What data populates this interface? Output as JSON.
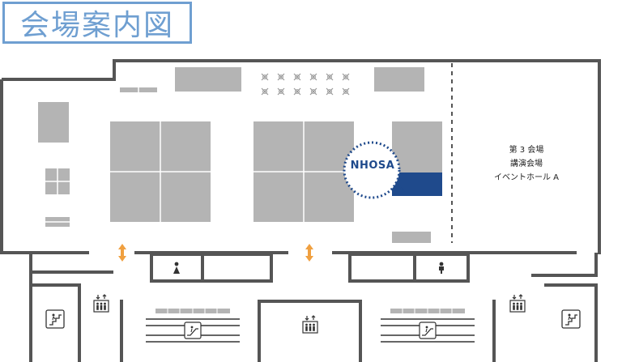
{
  "map_title": "会場案内図",
  "hall3": {
    "line1": "第 3 会場",
    "line2": "講演会場",
    "line3": "イベントホール A"
  },
  "booth_label": "NHOSA",
  "colors": {
    "title_blue": "#6f9fd1",
    "booth_blue": "#1f4a8c",
    "arrow_orange": "#f0a040",
    "wall": "#555555",
    "booth_gray": "#b4b4b4"
  },
  "icons": [
    "two-way-arrow-icon",
    "female-restroom-icon",
    "male-restroom-icon",
    "elevator-icon",
    "stairs-icon",
    "escalator-icon"
  ]
}
